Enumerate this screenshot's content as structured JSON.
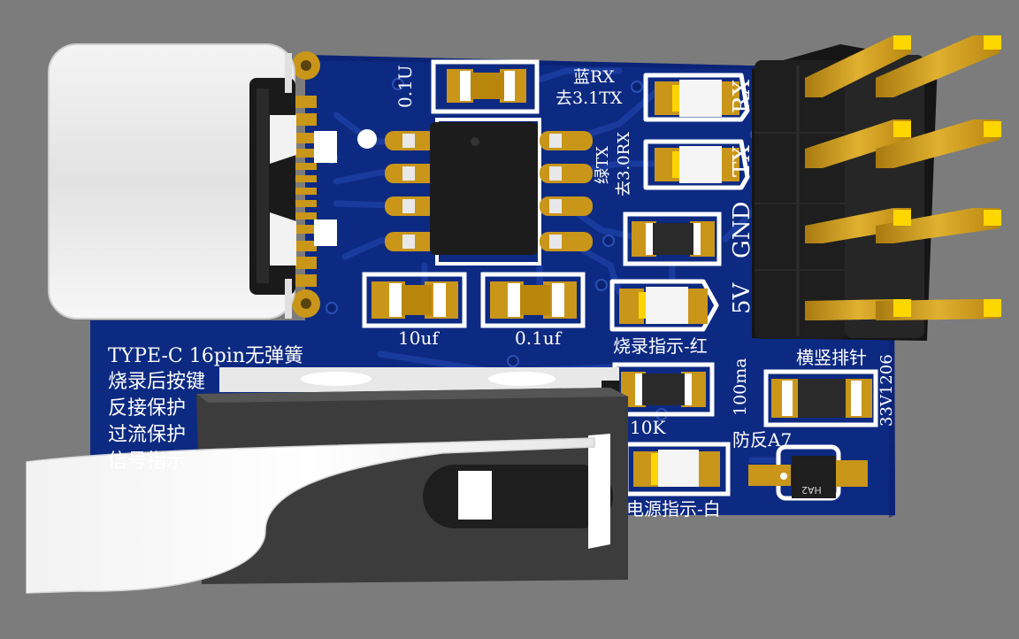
{
  "board": {
    "type_c_desc": "TYPE-C 16pin无弹簧",
    "features": [
      "烧录后按键",
      "反接保护",
      "过流保护",
      "信号指示"
    ],
    "cap_0_1u_top": "0.1U",
    "blue_rx": "蓝RX",
    "to_31tx": "去3.1TX",
    "green_tx": "绿TX",
    "to_30rx": "去3.0RX",
    "pin_labels": [
      "RX",
      "TX",
      "GND",
      "5V"
    ],
    "cap_10uf": "10uf",
    "cap_0_1uf": "0.1uf",
    "burn_led": "烧录指示-红",
    "header_desc": "横竖排针",
    "fuse_current": "100ma",
    "fuse_part": "33V1206",
    "resistor_10k": "10K",
    "diode_desc": "防反A7",
    "diode_marking": "HA2",
    "power_led": "电源指示-白"
  },
  "colors": {
    "pcb": "#0d2a82",
    "copper_trace": "#1a3b9e",
    "gold": "#c9961a",
    "silkscreen": "#ffffff",
    "background": "#7c7c7c"
  }
}
